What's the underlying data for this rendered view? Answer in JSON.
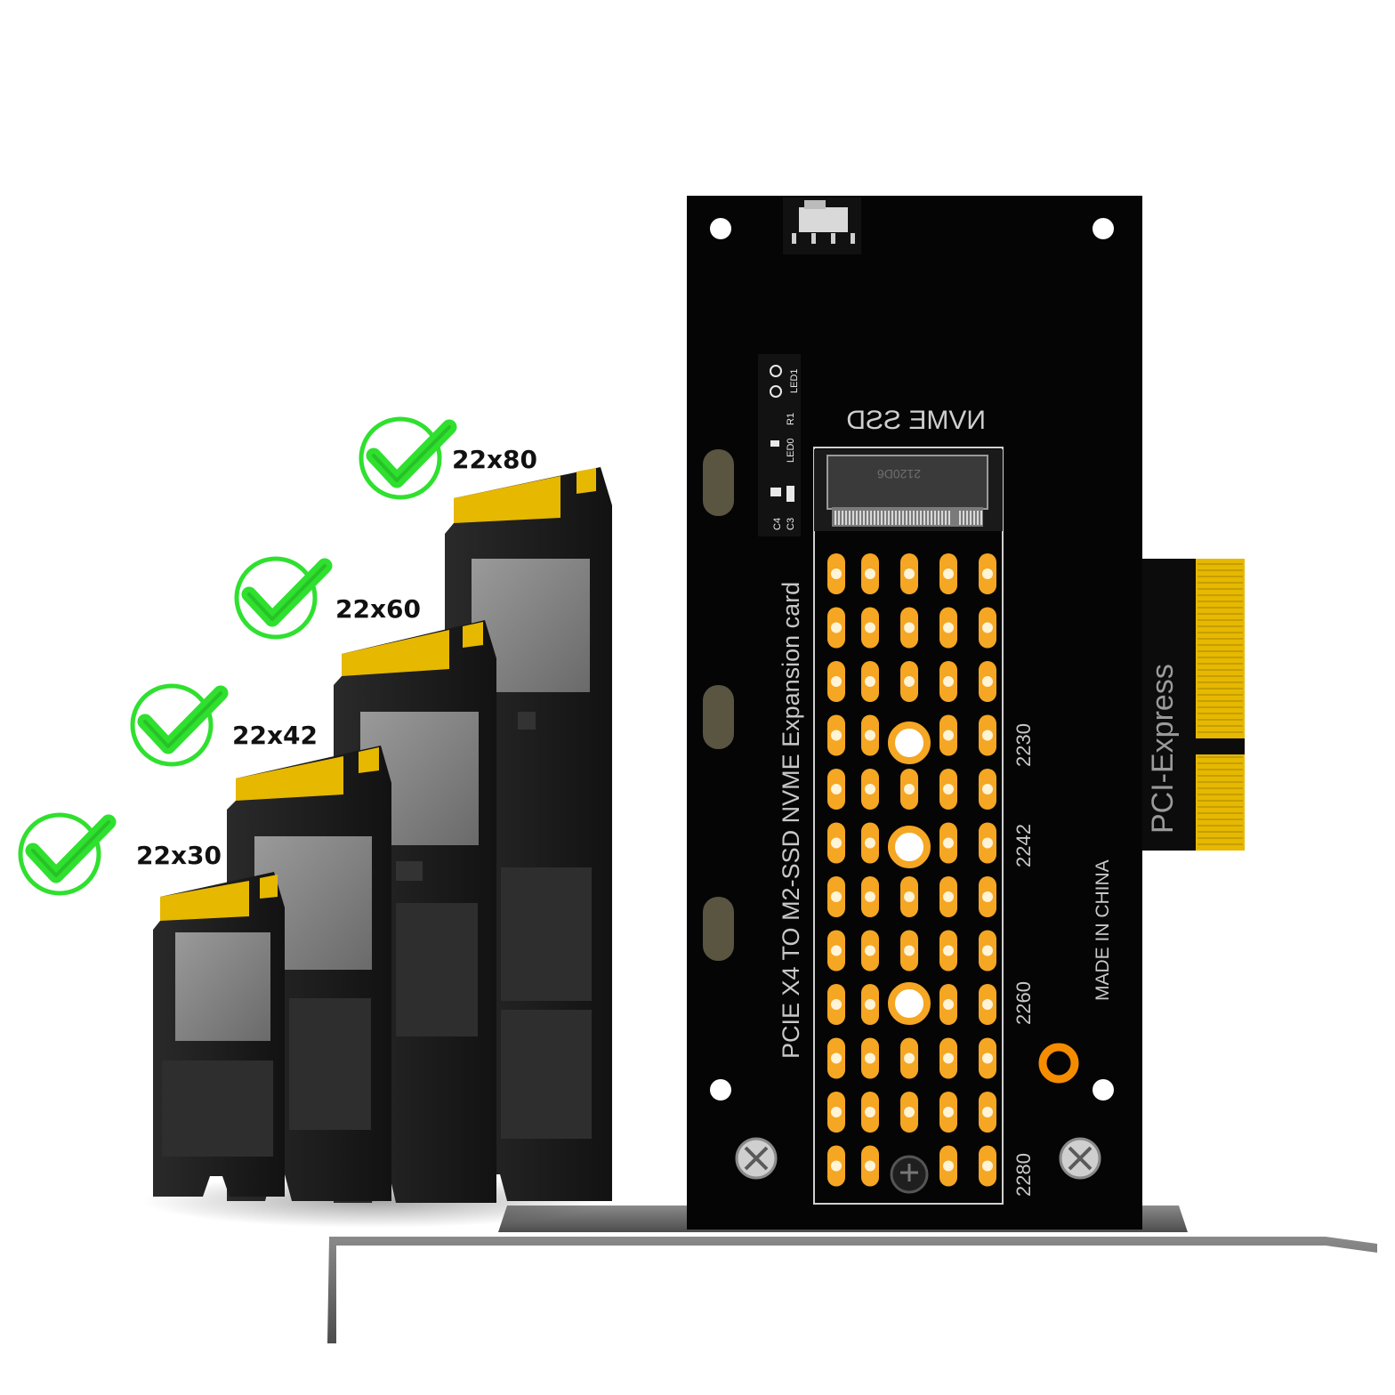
{
  "colors": {
    "check_green": "#2fe02f",
    "pcb_black": "#050505",
    "pad_orange": "#f5a623",
    "gold": "#e6b800",
    "ssd_body": "#1e1e1e",
    "chip_gray": "#8a8a8a",
    "bracket_gray": "#6e6e6e"
  },
  "ssd_sizes": [
    {
      "label": "22x30",
      "icon": "check-circle-icon"
    },
    {
      "label": "22x42",
      "icon": "check-circle-icon"
    },
    {
      "label": "22x60",
      "icon": "check-circle-icon"
    },
    {
      "label": "22x80",
      "icon": "check-circle-icon"
    }
  ],
  "card": {
    "nvme_label": "NVME SSD",
    "title_text": "PCIE X4 TO M2-SSD NVME Expansion card",
    "made_in": "MADE IN CHINA",
    "interface_label": "PCI-Express",
    "connector_code": "2120D6",
    "silkscreen": [
      "C4",
      "C3",
      "LED0",
      "R1",
      "LED1"
    ],
    "mount_positions": [
      "2230",
      "2242",
      "2260",
      "2280"
    ]
  }
}
